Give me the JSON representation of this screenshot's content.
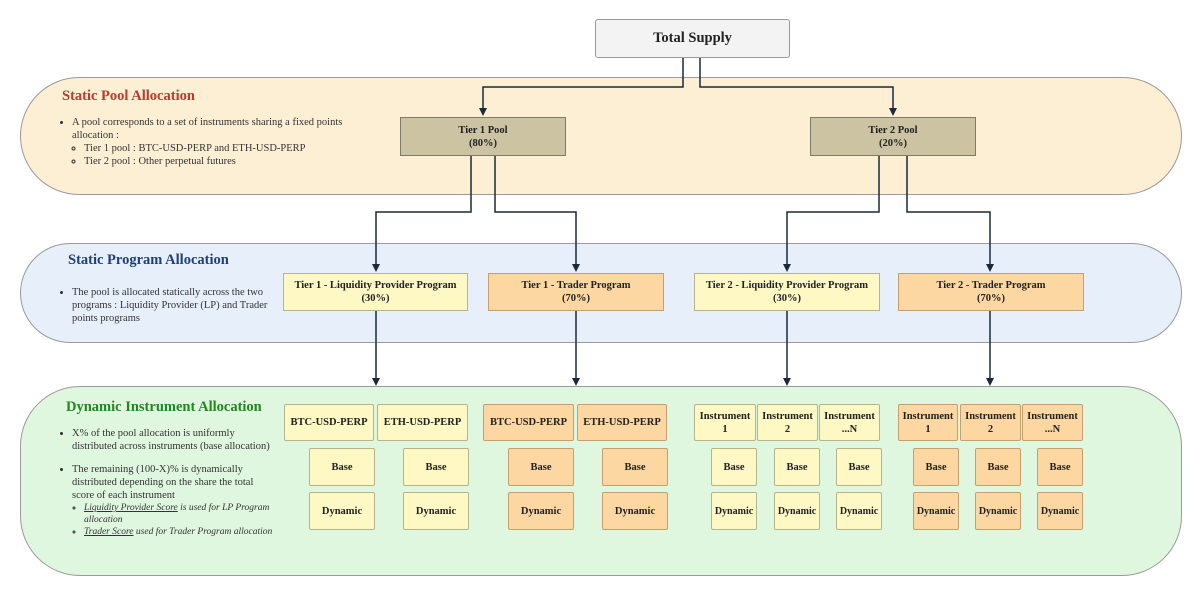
{
  "total_supply": "Total Supply",
  "bands": {
    "static_pool": {
      "title": "Static Pool Allocation",
      "title_color": "#c0392b",
      "bg": "#fdefd4",
      "bullet": "A pool corresponds to a set of instruments sharing a fixed points allocation :",
      "sub": [
        "Tier 1 pool : BTC-USD-PERP and ETH-USD-PERP",
        "Tier 2 pool : Other perpetual futures"
      ]
    },
    "static_program": {
      "title": "Static Program Allocation",
      "title_color": "#1f3f7a",
      "bg": "#e6effa",
      "bullet": "The pool is allocated statically across the two programs : Liquidity Provider (LP) and Trader points programs"
    },
    "dynamic_instrument": {
      "title": "Dynamic Instrument Allocation",
      "title_color": "#1e8a1e",
      "bg": "#dff6df",
      "bullet1": "X% of the pool allocation is uniformly distributed across instruments (base allocation)",
      "bullet2": "The remaining (100-X)% is dynamically distributed depending on the share the total score of each instrument",
      "sub1_em": "Liquidity Provider Score",
      "sub1_rest": " is used for LP Program allocation",
      "sub2_em": "Trader Score",
      "sub2_rest": " used for Trader Program allocation"
    }
  },
  "pools": [
    {
      "name": "Tier 1 Pool",
      "pct": "(80%)"
    },
    {
      "name": "Tier 2 Pool",
      "pct": "(20%)"
    }
  ],
  "programs": [
    {
      "name": "Tier 1 - Liquidity Provider Program",
      "pct": "(30%)"
    },
    {
      "name": "Tier 1 - Trader Program",
      "pct": "(70%)"
    },
    {
      "name": "Tier 2 - Liquidity Provider Program",
      "pct": "(30%)"
    },
    {
      "name": "Tier 2 - Trader Program",
      "pct": "(70%)"
    }
  ],
  "instruments": {
    "btc": "BTC-USD-PERP",
    "eth": "ETH-USD-PERP",
    "inst1_a": "Instrument",
    "inst1_b": "1",
    "inst2_a": "Instrument",
    "inst2_b": "2",
    "instN_a": "Instrument",
    "instN_b": "...N",
    "base": "Base",
    "dynamic": "Dynamic"
  }
}
